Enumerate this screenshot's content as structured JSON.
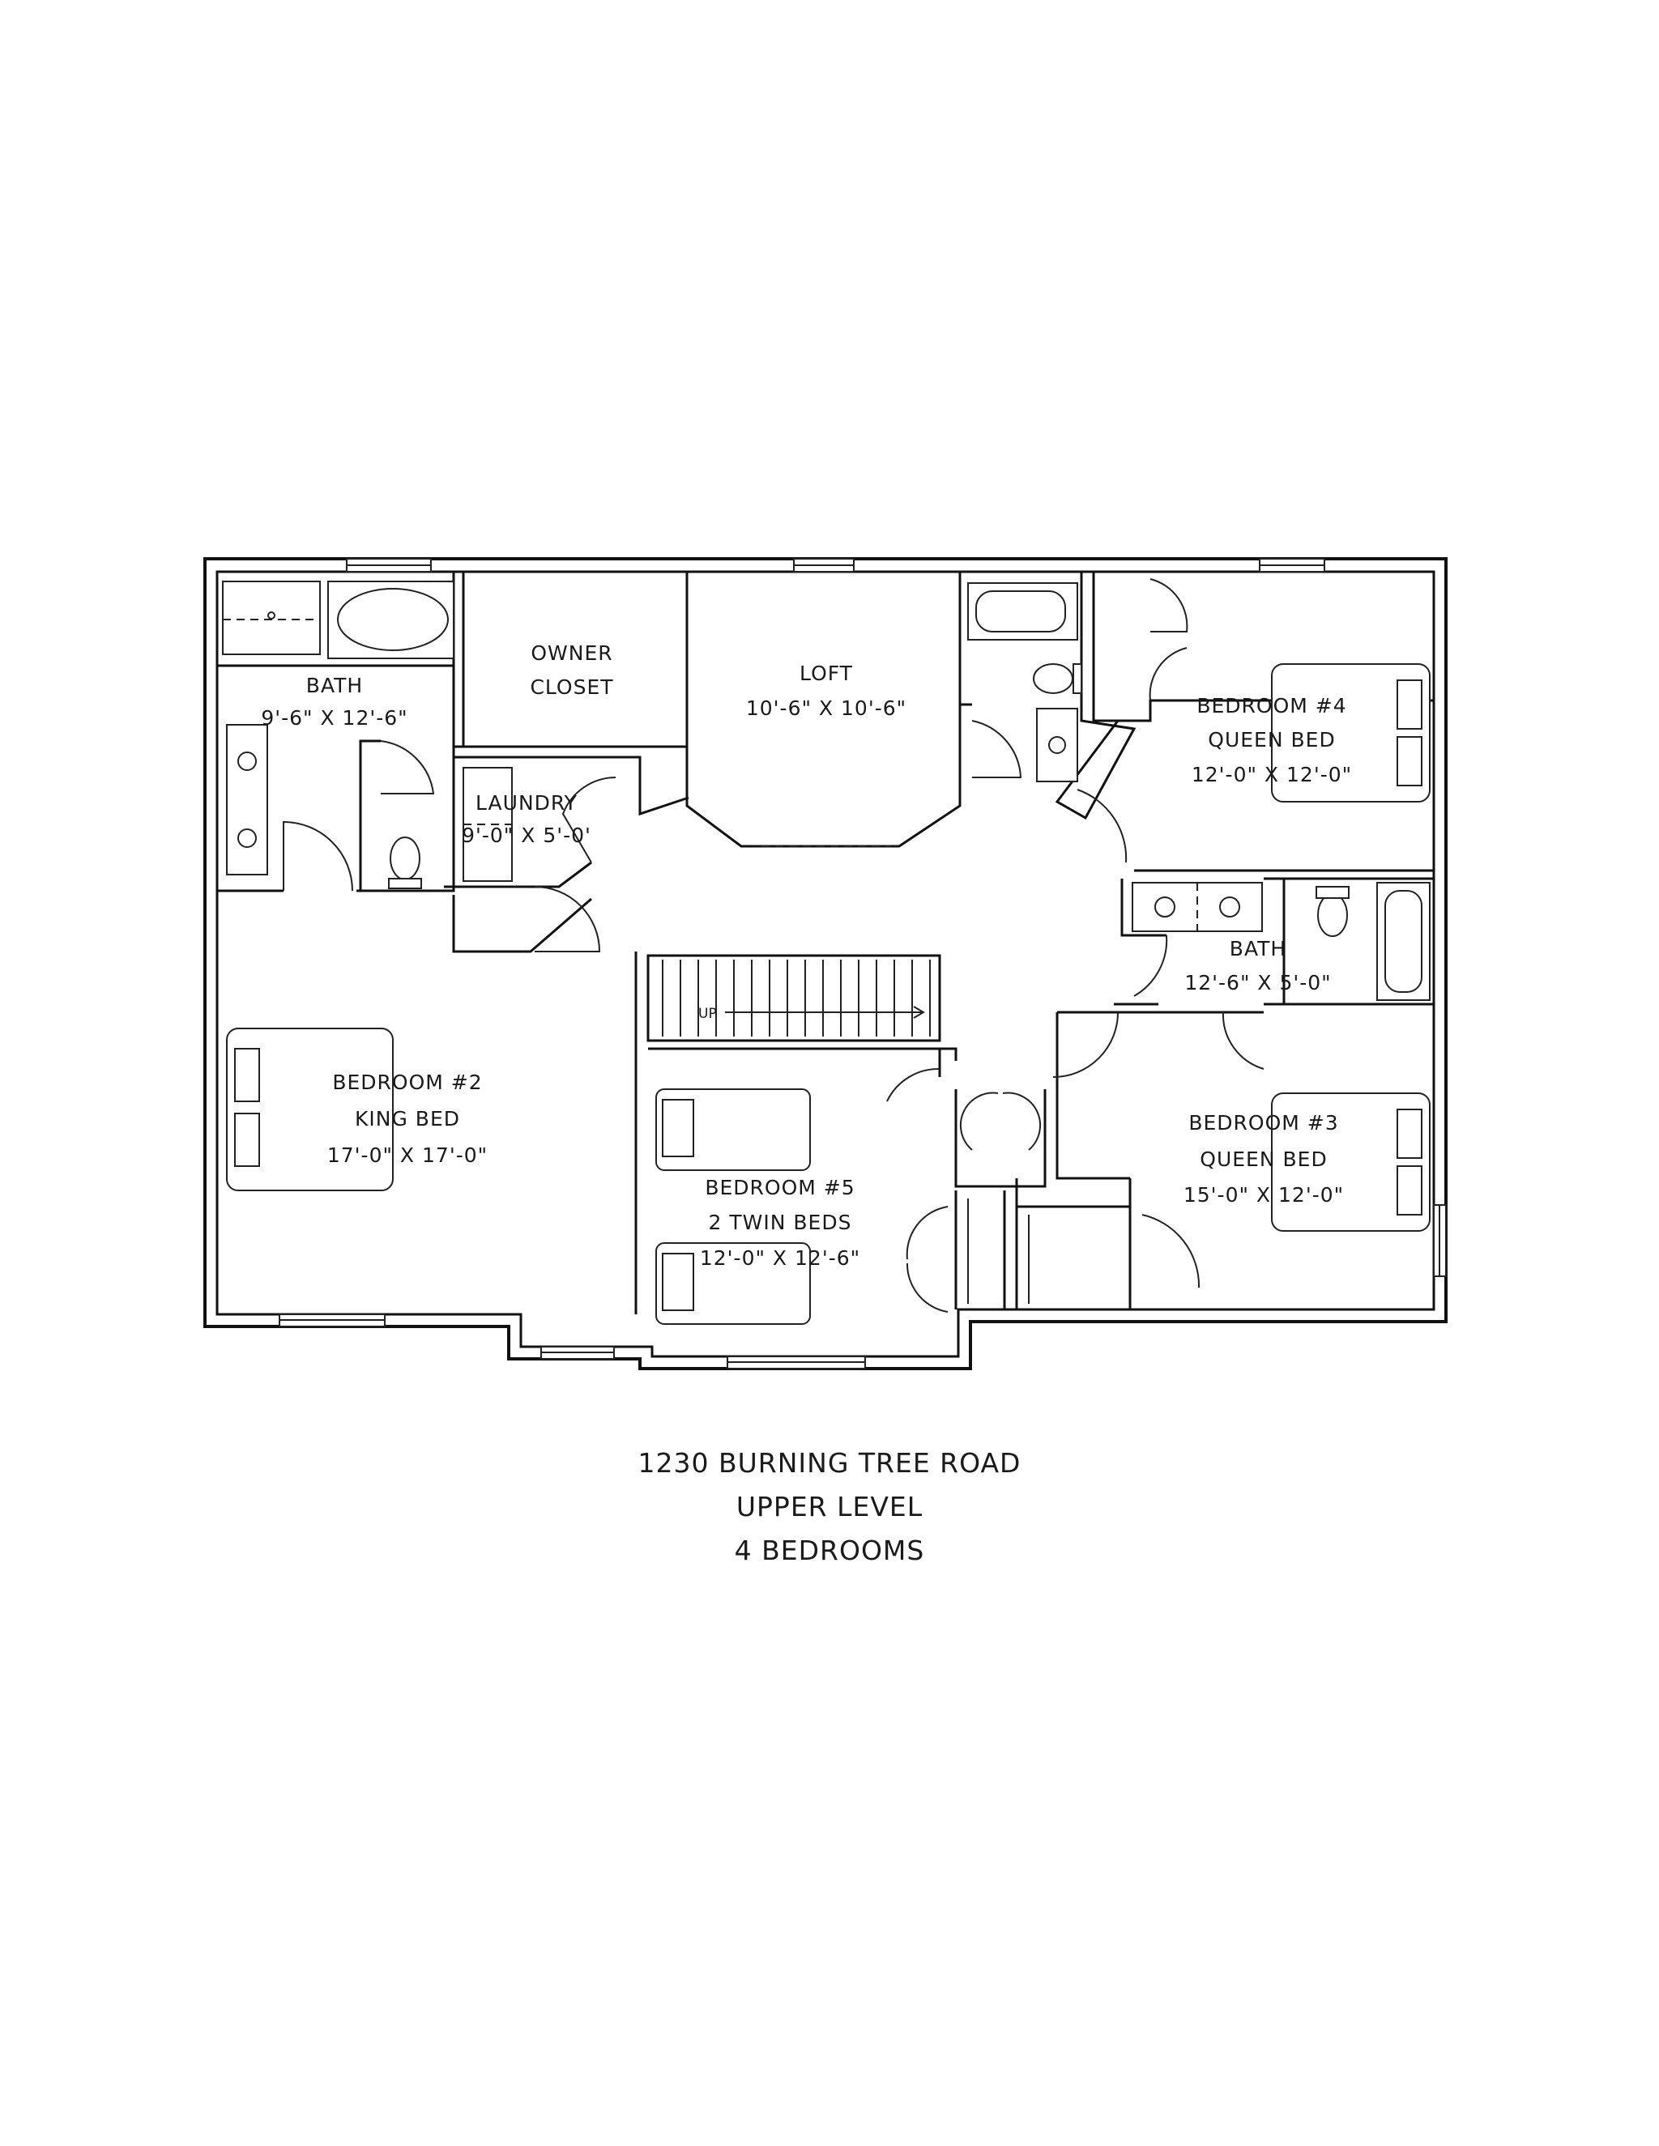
{
  "rooms": {
    "bath_owner": {
      "name": "BATH",
      "size": "9'-6\" X 12'-6\""
    },
    "owner_closet": {
      "line1": "OWNER",
      "line2": "CLOSET"
    },
    "loft": {
      "name": "LOFT",
      "size": "10'-6\" X 10'-6\""
    },
    "bedroom4": {
      "name": "BEDROOM #4",
      "bed": "QUEEN BED",
      "size": "12'-0\" X 12'-0\""
    },
    "laundry": {
      "name": "LAUNDRY",
      "size": "9'-0\" X 5'-0'"
    },
    "bath_hall": {
      "name": "BATH",
      "size": "12'-6\" X 5'-0\""
    },
    "bedroom2": {
      "name": "BEDROOM #2",
      "bed": "KING BED",
      "size": "17'-0\" X 17'-0\""
    },
    "bedroom3": {
      "name": "BEDROOM #3",
      "bed": "QUEEN BED",
      "size": "15'-0\" X 12'-0\""
    },
    "bedroom5": {
      "name": "BEDROOM #5",
      "bed": "2 TWIN BEDS",
      "size": "12'-0\" X 12'-6\""
    }
  },
  "stairs": {
    "label": "UP"
  },
  "caption": {
    "address": "1230 BURNING TREE ROAD",
    "level": "UPPER LEVEL",
    "bedrooms": "4 BEDROOMS"
  }
}
